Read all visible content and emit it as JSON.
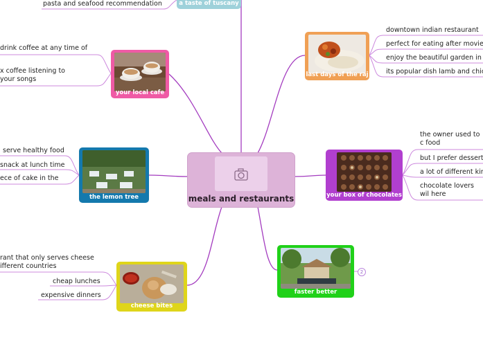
{
  "central": {
    "title": "meals and restaurants",
    "icon": "camera-icon"
  },
  "topics": {
    "tuscany": {
      "label": "a taste of tuscany",
      "color": "#9ed1da",
      "items": [
        "pasta and seafood recommendation"
      ]
    },
    "cafe": {
      "label": "your local cafe",
      "color": "#ef5aa5",
      "items": [
        "drink coffee at any time of",
        "x coffee listening to your songs"
      ]
    },
    "lemon": {
      "label": "the lemon tree",
      "color": "#1479ad",
      "items": [
        "serve healthy food",
        "snack at lunch time",
        "ece of cake in the"
      ]
    },
    "cheese": {
      "label": "cheese bites",
      "color": "#dfd51a",
      "items": [
        "rant that only serves cheese ifferent countries",
        "cheap lunches",
        "expensive dinners"
      ]
    },
    "raj": {
      "label": "last days of the raj",
      "color": "#f0a055",
      "items": [
        "downtown indian restaurant",
        "perfect for eating after movies",
        "enjoy the beautiful garden in s",
        "its popular dish lamb and chic"
      ]
    },
    "chocolates": {
      "label": "your box of chocolates",
      "color": "#b13fcf",
      "items": [
        "the owner used to c food",
        "but I prefer desserts",
        "a lot of different kin",
        "chocolate lovers wil here"
      ]
    },
    "faster": {
      "label": "faster better",
      "color": "#20d119",
      "badge": "2"
    }
  }
}
